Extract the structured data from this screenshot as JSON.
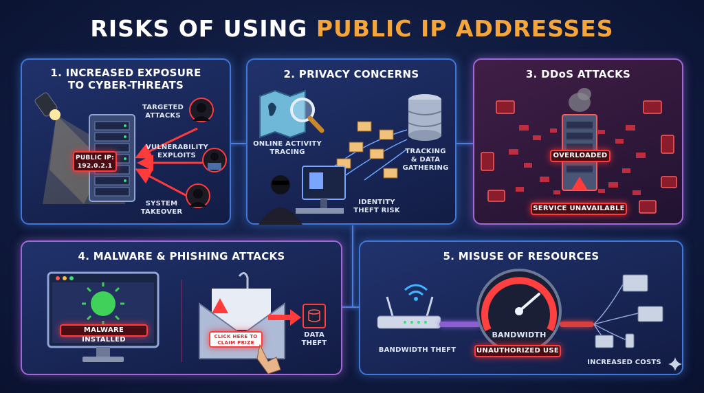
{
  "title": {
    "lead": "RISKS OF USING ",
    "highlight": "PUBLIC IP ADDRESSES"
  },
  "panels": {
    "exposure": {
      "title_line1": "1. INCREASED EXPOSURE",
      "title_line2": "TO CYBER-THREATS",
      "ip_tag_line1": "PUBLIC IP:",
      "ip_tag_line2": "192.0.2.1",
      "threats": [
        {
          "line1": "TARGETED",
          "line2": "ATTACKS"
        },
        {
          "line1": "VULNERABILITY",
          "line2": "EXPLOITS"
        },
        {
          "line1": "SYSTEM",
          "line2": "TAKEOVER"
        }
      ]
    },
    "privacy": {
      "title": "2. PRIVACY CONCERNS",
      "activity_line1": "ONLINE ACTIVITY",
      "activity_line2": "TRACING",
      "tracking_line1": "TRACKING",
      "tracking_line2": "& DATA",
      "tracking_line3": "GATHERING",
      "identity_line1": "IDENTITY",
      "identity_line2": "THEFT RISK"
    },
    "ddos": {
      "title": "3. DDoS ATTACKS",
      "overloaded": "OVERLOADED",
      "unavailable": "SERVICE UNAVAILABLE"
    },
    "malware": {
      "title": "4. MALWARE & PHISHING ATTACKS",
      "installed": "MALWARE INSTALLED",
      "click_line1": "CLICK HERE TO",
      "click_line2": "CLAIM PRIZE",
      "theft_line1": "DATA",
      "theft_line2": "THEFT"
    },
    "misuse": {
      "title": "5. MISUSE OF RESOURCES",
      "bandwidth": "BANDWIDTH",
      "bandwidth_theft": "BANDWIDTH THEFT",
      "unauthorized": "UNAUTHORIZED USE",
      "costs": "INCREASED COSTS"
    }
  },
  "colors": {
    "accent": "#f5a53a",
    "blue_border": "#3f78d9",
    "purple_border": "#a268d8",
    "alert_red": "#ff3b3b"
  }
}
